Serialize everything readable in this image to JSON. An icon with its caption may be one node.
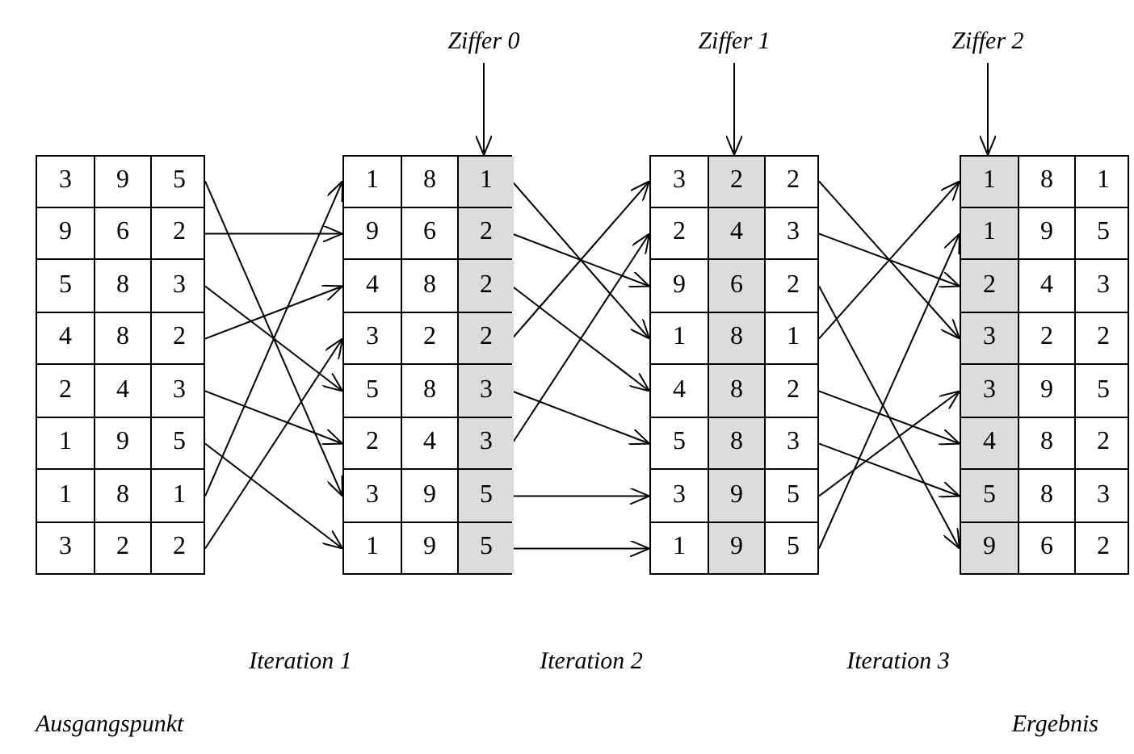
{
  "diagram": {
    "nodes": [
      {
        "text": [
          "Ziffer 0"
        ]
      },
      {
        "text": [
          "Ziffer 1"
        ]
      },
      {
        "text": [
          "Ziffer 2"
        ]
      },
      {
        "text": [
          "3",
          "9",
          "5"
        ]
      },
      {
        "text": [
          "9",
          "6",
          "2"
        ]
      },
      {
        "text": [
          "5",
          "8",
          "3"
        ]
      },
      {
        "text": [
          "4",
          "8",
          "2"
        ]
      },
      {
        "text": [
          "2",
          "4",
          "3"
        ]
      },
      {
        "text": [
          "1",
          "9",
          "5"
        ]
      },
      {
        "text": [
          "1",
          "8",
          "1"
        ]
      },
      {
        "text": [
          "3",
          "2",
          "2"
        ]
      },
      {
        "text": [
          "1",
          "8",
          "1"
        ]
      },
      {
        "text": [
          "9",
          "6",
          "2"
        ]
      },
      {
        "text": [
          "4",
          "8",
          "2"
        ]
      },
      {
        "text": [
          "3",
          "2",
          "2"
        ]
      },
      {
        "text": [
          "5",
          "8",
          "3"
        ]
      },
      {
        "text": [
          "2",
          "4",
          "3"
        ]
      },
      {
        "text": [
          "3",
          "9",
          "5"
        ]
      },
      {
        "text": [
          "1",
          "9",
          "5"
        ]
      },
      {
        "text": [
          "3",
          "2",
          "2"
        ]
      },
      {
        "text": [
          "2",
          "4",
          "3"
        ]
      },
      {
        "text": [
          "9",
          "6",
          "2"
        ]
      },
      {
        "text": [
          "1",
          "8",
          "1"
        ]
      },
      {
        "text": [
          "4",
          "8",
          "2"
        ]
      },
      {
        "text": [
          "5",
          "8",
          "3"
        ]
      },
      {
        "text": [
          "3",
          "9",
          "5"
        ]
      },
      {
        "text": [
          "1",
          "9",
          "5"
        ]
      },
      {
        "text": [
          "1",
          "8",
          "1"
        ]
      },
      {
        "text": [
          "1",
          "9",
          "5"
        ]
      },
      {
        "text": [
          "2",
          "4",
          "3"
        ]
      },
      {
        "text": [
          "3",
          "2",
          "2"
        ]
      },
      {
        "text": [
          "3",
          "9",
          "5"
        ]
      },
      {
        "text": [
          "4",
          "8",
          "2"
        ]
      },
      {
        "text": [
          "5",
          "8",
          "3"
        ]
      },
      {
        "text": [
          "9",
          "6",
          "2"
        ]
      }
    ],
    "edges": [
      {
        "from": 0,
        "to": 11,
        "arrow": "to"
      },
      {
        "from": 1,
        "to": 19,
        "arrow": "to"
      },
      {
        "from": 2,
        "to": 27,
        "arrow": "to"
      },
      {
        "from": 3,
        "to": 17,
        "arrow": "to"
      },
      {
        "from": 4,
        "to": 12,
        "arrow": "to"
      },
      {
        "from": 5,
        "to": 15,
        "arrow": "to"
      },
      {
        "from": 6,
        "to": 13,
        "arrow": "to"
      },
      {
        "from": 7,
        "to": 16,
        "arrow": "to"
      },
      {
        "from": 8,
        "to": 18,
        "arrow": "to"
      },
      {
        "from": 9,
        "to": 11,
        "arrow": "to"
      },
      {
        "from": 10,
        "to": 14,
        "arrow": "to"
      },
      {
        "from": 11,
        "to": 22,
        "arrow": "to"
      },
      {
        "from": 12,
        "to": 21,
        "arrow": "to"
      },
      {
        "from": 13,
        "to": 23,
        "arrow": "to"
      },
      {
        "from": 14,
        "to": 19,
        "arrow": "to"
      },
      {
        "from": 15,
        "to": 24,
        "arrow": "to"
      },
      {
        "from": 16,
        "to": 20,
        "arrow": "to"
      },
      {
        "from": 17,
        "to": 25,
        "arrow": "to"
      },
      {
        "from": 18,
        "to": 26,
        "arrow": "to"
      },
      {
        "from": 19,
        "to": 30,
        "arrow": "to"
      },
      {
        "from": 20,
        "to": 29,
        "arrow": "to"
      },
      {
        "from": 21,
        "to": 34,
        "arrow": "to"
      },
      {
        "from": 22,
        "to": 27,
        "arrow": "to"
      },
      {
        "from": 23,
        "to": 32,
        "arrow": "to"
      },
      {
        "from": 24,
        "to": 33,
        "arrow": "to"
      },
      {
        "from": 25,
        "to": 31,
        "arrow": "to"
      },
      {
        "from": 26,
        "to": 28,
        "arrow": "to"
      }
    ],
    "labels": [
      "Iteration 1",
      "Iteration 2",
      "Iteration 3",
      "Ausgangspunkt",
      "Ergebnis"
    ]
  }
}
